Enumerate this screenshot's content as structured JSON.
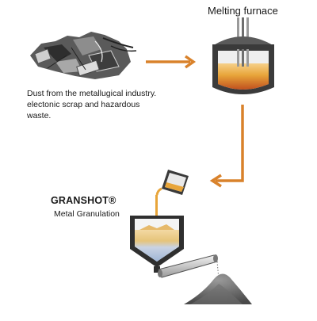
{
  "labels": {
    "melting_furnace": "Melting furnace",
    "dust_description": "Dust from the metallugical industry. electonic scrap and hazardous waste.",
    "granshot_title": "GRANSHOT®",
    "granshot_subtitle": "Metal Granulation"
  },
  "colors": {
    "arrow": "#d9822b",
    "molten_metal": "#e8a53a",
    "steel_dark": "#3a3a3a",
    "steel_mid": "#8a8a8a",
    "steel_light": "#d8d8d8",
    "water": "#a9bdd8",
    "granules": "#6e6e6e"
  },
  "icons": [
    "scrap-pile-icon",
    "furnace-icon",
    "ladle-icon",
    "granulation-tank-icon",
    "chute-icon",
    "granule-heap-icon"
  ]
}
